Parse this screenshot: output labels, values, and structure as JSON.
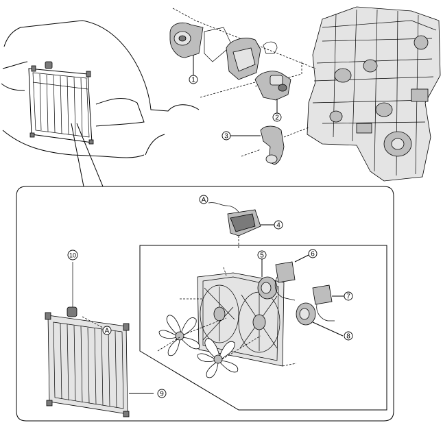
{
  "callouts": {
    "c1": "1",
    "c2": "2",
    "c3": "3",
    "c4": "4",
    "c5": "5",
    "c6": "6",
    "c7": "7",
    "c8": "8",
    "c9": "9",
    "c10": "10",
    "refA_top": "A",
    "refA_radiator": "A"
  }
}
